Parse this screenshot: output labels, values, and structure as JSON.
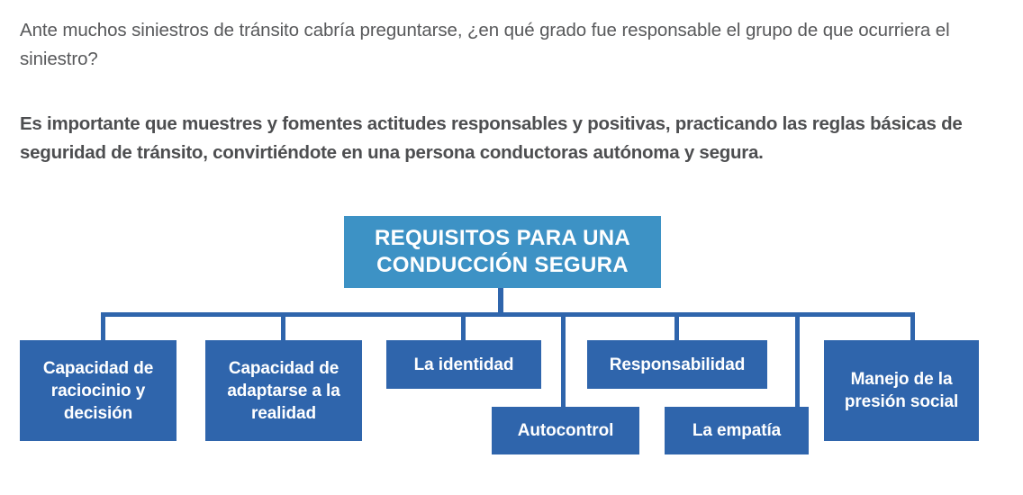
{
  "document": {
    "paragraphs": [
      {
        "id": "intro",
        "style": "regular",
        "text": "Ante muchos siniestros de tránsito cabría preguntarse, ¿en qué grado fue responsable el grupo de que ocurriera el siniestro?"
      },
      {
        "id": "emphasis",
        "style": "bold",
        "text": "Es importante que muestres y fomentes actitudes responsables y positivas, practicando las reglas básicas de seguridad de tránsito, convirtiéndote en una persona conductoras autónoma y segura."
      }
    ]
  },
  "diagram": {
    "type": "org-chart",
    "root": {
      "label": "REQUISITOS PARA UNA CONDUCCIÓN SEGURA",
      "color": "#3d92c5"
    },
    "children": [
      {
        "label": "Capacidad de raciocinio y decisión",
        "color": "#2f65ac"
      },
      {
        "label": "Capacidad de adaptarse a la realidad",
        "color": "#2f65ac"
      },
      {
        "label": "La identidad",
        "color": "#2f65ac"
      },
      {
        "label": "Autocontrol",
        "color": "#2f65ac"
      },
      {
        "label": "Responsabilidad",
        "color": "#2f65ac"
      },
      {
        "label": "La empatía",
        "color": "#2f65ac"
      },
      {
        "label": "Manejo de la presión social",
        "color": "#2f65ac"
      }
    ],
    "connector_color": "#2f65ac"
  },
  "colors": {
    "background": "#ffffff",
    "text": "#58595b",
    "accent_light": "#3d92c5",
    "accent_dark": "#2f65ac"
  }
}
